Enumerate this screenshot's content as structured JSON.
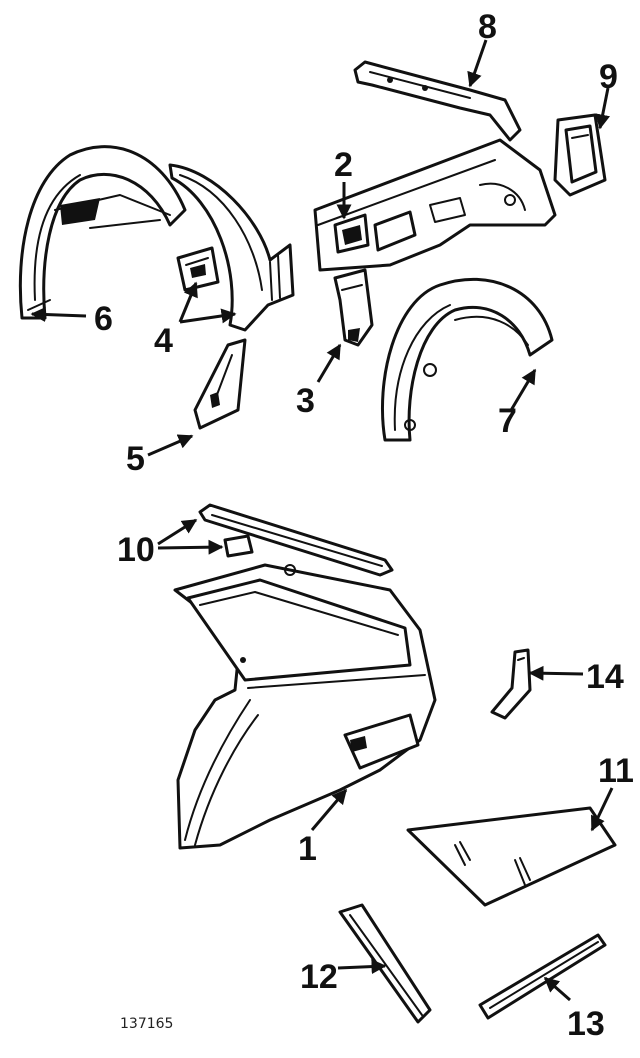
{
  "diagram": {
    "reference_number": "137165",
    "callouts": [
      "1",
      "2",
      "3",
      "4",
      "5",
      "6",
      "7",
      "8",
      "9",
      "10",
      "11",
      "12",
      "13",
      "14"
    ]
  }
}
